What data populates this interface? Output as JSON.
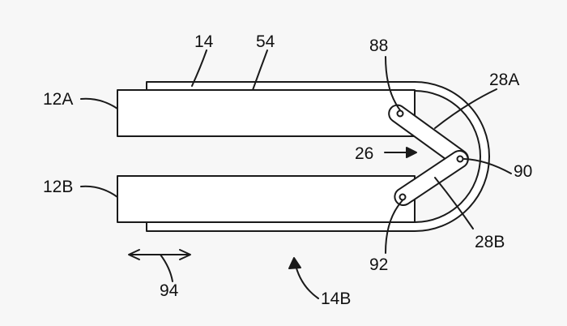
{
  "colors": {
    "background": "#f7f7f7",
    "stroke": "#1a1a1a",
    "fill": "#ffffff"
  },
  "labels": {
    "housing": "14",
    "flex_layer": "54",
    "upper_device": "12A",
    "lower_device": "12B",
    "pin_top": "88",
    "link_upper": "28A",
    "hinge": "26",
    "pin_pivot": "90",
    "link_lower": "28B",
    "pin_bottom": "92",
    "motion": "94",
    "housing_bottom": "14B"
  }
}
